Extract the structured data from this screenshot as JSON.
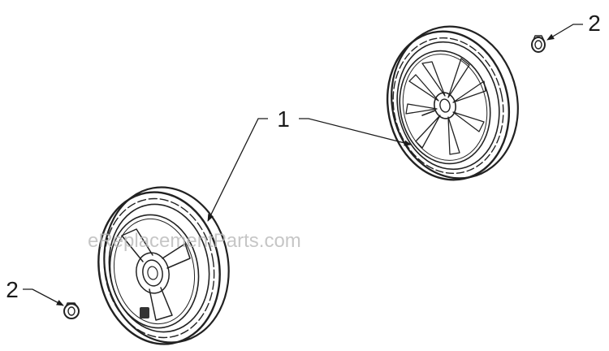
{
  "callouts": {
    "wheel": "1",
    "nut_right": "2",
    "nut_left": "2"
  },
  "watermark": "eReplacementParts.com",
  "parts": [
    {
      "callout": "1",
      "name": "wheel"
    },
    {
      "callout": "2",
      "name": "nut"
    }
  ],
  "colors": {
    "line": "#222222",
    "tread": "#555555",
    "watermark": "#b8b8b8"
  }
}
